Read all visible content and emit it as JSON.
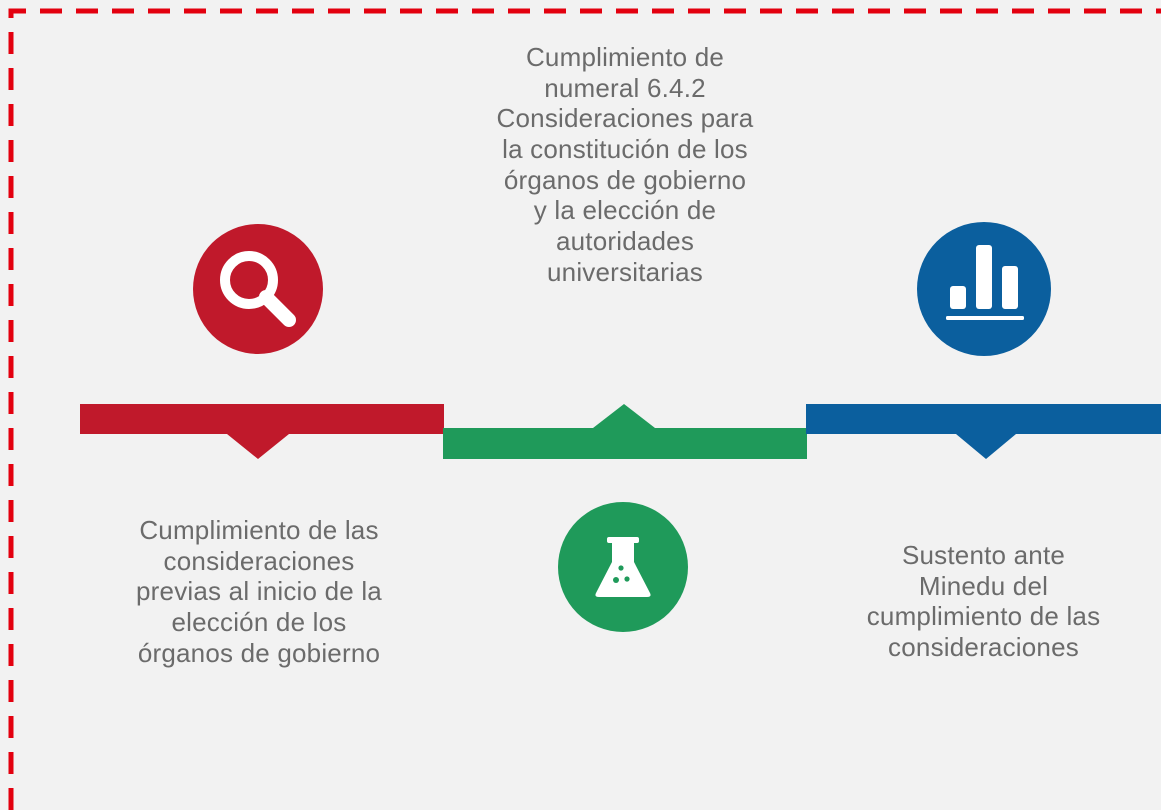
{
  "colors": {
    "background": "#f2f2f2",
    "border": "#e3000f",
    "step1": "#c0192b",
    "step2": "#1f9a5a",
    "step3": "#0b5f9e",
    "text": "#6b6b6b"
  },
  "steps": [
    {
      "icon": "magnifier-icon",
      "text": "Cumplimiento de las\nconsideraciones\nprevias al inicio de la\nelección de los\nórganos de gobierno"
    },
    {
      "icon": "flask-icon",
      "text": "Cumplimiento de\nnumeral 6.4.2\nConsideraciones para\nla constitución de los\nórganos de gobierno\ny la elección de\nautoridades\nuniversitarias"
    },
    {
      "icon": "bar-chart-icon",
      "text": "Sustento ante\nMinedu del\ncumplimiento de las\nconsideraciones"
    }
  ]
}
